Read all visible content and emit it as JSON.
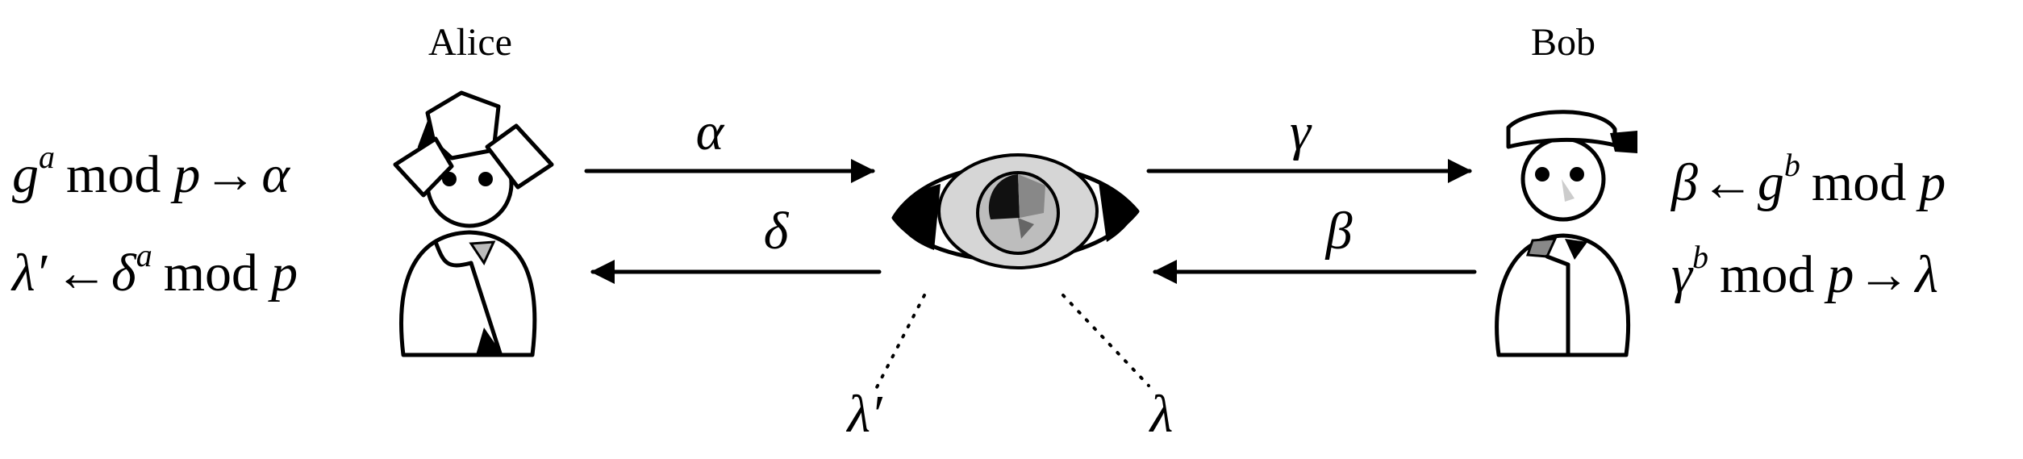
{
  "parties": {
    "alice": "Alice",
    "bob": "Bob"
  },
  "alice_equations": {
    "line1": {
      "base": "g",
      "exp": "a",
      "op": "mod",
      "mod": "p",
      "arrow": "→",
      "result": "α"
    },
    "line2": {
      "result": "λ′",
      "arrow": "←",
      "base": "δ",
      "exp": "a",
      "op": "mod",
      "mod": "p"
    }
  },
  "bob_equations": {
    "line1": {
      "result": "β",
      "arrow": "←",
      "base": "g",
      "exp": "b",
      "op": "mod",
      "mod": "p"
    },
    "line2": {
      "base": "γ",
      "exp": "b",
      "op": "mod",
      "mod": "p",
      "arrow": "→",
      "result": "λ"
    }
  },
  "messages": {
    "alice_to_eve": "α",
    "eve_to_alice": "δ",
    "eve_to_bob": "γ",
    "bob_to_eve": "β"
  },
  "eve_keys": {
    "left": "λ′",
    "right": "λ"
  }
}
